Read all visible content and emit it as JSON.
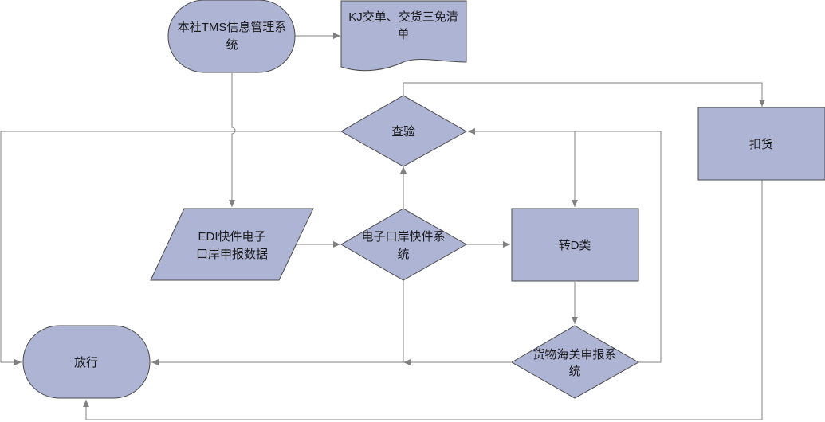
{
  "diagram": {
    "tms": {
      "line1": "本社TMS信息管理系",
      "line2": "统"
    },
    "kj_doc": {
      "line1": "KJ交单、交货三免清",
      "line2": "单"
    },
    "inspect": {
      "label": "查验"
    },
    "detain": {
      "label": "扣货"
    },
    "edi": {
      "line1": "EDI快件电子",
      "line2": "口岸申报数据"
    },
    "eport": {
      "line1": "电子口岸快件系",
      "line2": "统"
    },
    "class_d": {
      "label": "转D类"
    },
    "release": {
      "label": "放行"
    },
    "goods": {
      "line1": "货物海关申报系",
      "line2": "统"
    }
  },
  "colors": {
    "shape_fill": "#aeb4d4",
    "shape_stroke": "#4a4a4a",
    "connector": "#808080"
  }
}
